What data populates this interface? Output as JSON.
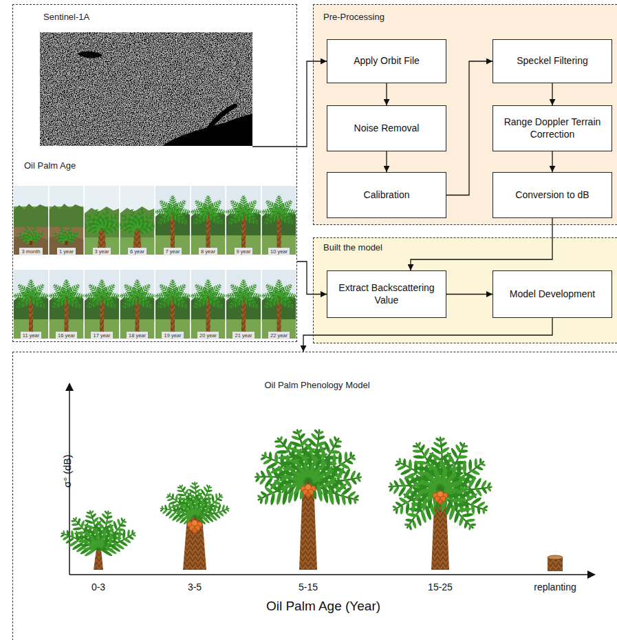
{
  "diagram": {
    "nodes": [
      {
        "text": [
          "Sentinel-1A",
          "Oil Palm Age"
        ]
      },
      {
        "text": [
          "Pre-Processing"
        ]
      },
      {
        "text": [
          "Apply Orbit File"
        ],
        "in": 1
      },
      {
        "text": [
          "Noise Removal"
        ],
        "in": 1
      },
      {
        "text": [
          "Calibration"
        ],
        "in": 1
      },
      {
        "text": [
          "Speckel Filtering"
        ],
        "in": 1
      },
      {
        "text": [
          "Range Doppler Terrain Correction"
        ],
        "in": 1
      },
      {
        "text": [
          "Conversion to dB"
        ],
        "in": 1
      },
      {
        "text": [
          "Built the model"
        ]
      },
      {
        "text": [
          "Extract Backscattering Value"
        ],
        "in": 8
      },
      {
        "text": [
          "Model Development"
        ],
        "in": 8
      },
      {
        "text": [
          "Oil Palm Phenology Model"
        ]
      }
    ],
    "edges": [
      {
        "from": 0,
        "to": 2,
        "arrow": "to"
      },
      {
        "from": 2,
        "to": 3,
        "arrow": "to"
      },
      {
        "from": 3,
        "to": 4,
        "arrow": "to"
      },
      {
        "from": 4,
        "to": 5,
        "arrow": "to"
      },
      {
        "from": 5,
        "to": 6,
        "arrow": "to"
      },
      {
        "from": 6,
        "to": 7,
        "arrow": "to"
      },
      {
        "from": 7,
        "to": 9,
        "arrow": "to"
      },
      {
        "from": 0,
        "to": 9,
        "arrow": "to"
      },
      {
        "from": 9,
        "to": 10,
        "arrow": "to"
      },
      {
        "from": 10,
        "to": 11,
        "arrow": "to"
      }
    ],
    "labels": [
      "3 month",
      "1 year",
      "3 year",
      "6 year",
      "7 year",
      "8 year",
      "9 year",
      "10 year",
      "11 year",
      "16 year",
      "17 year",
      "18 year",
      "19 year",
      "20 year",
      "21 year",
      "22 year",
      "σ° (dB)",
      "0-3",
      "3-5",
      "5-15",
      "15-25",
      "replanting",
      "Oil Palm Age (Year)"
    ]
  }
}
